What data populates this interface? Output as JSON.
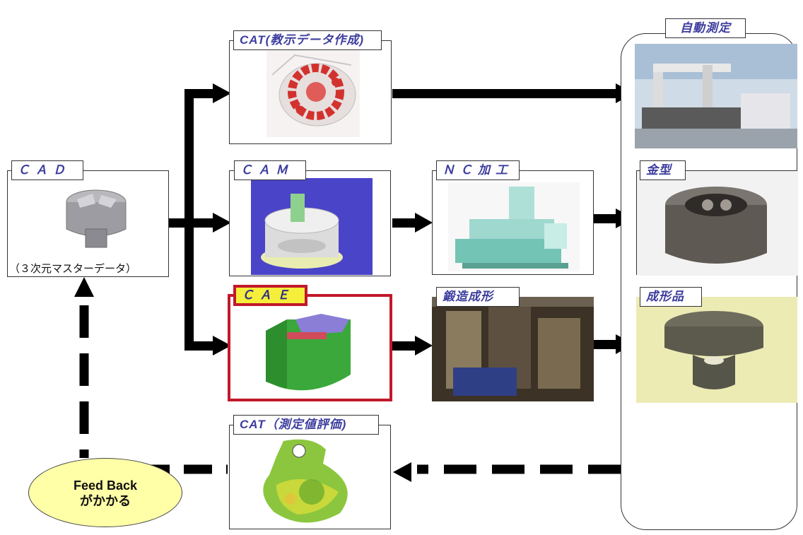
{
  "cad": {
    "label": "ＣＡＤ",
    "caption": "（３次元マスターデータ）"
  },
  "cat_teach": {
    "label": "CAT(教示データ作成)"
  },
  "cam": {
    "label": "ＣＡＭ"
  },
  "cae": {
    "label": "ＣＡＥ"
  },
  "nc": {
    "label": "ＮＣ加工"
  },
  "forging": {
    "label": "鍛造成形"
  },
  "cat_eval": {
    "label": "CAT（測定値評価)"
  },
  "auto_measure": {
    "label": "自動測定"
  },
  "mold": {
    "label": "金型"
  },
  "product": {
    "label": "成形品"
  },
  "feedback": {
    "line1": "Feed Back",
    "line2": "がかかる"
  },
  "colors": {
    "label_text": "#3d3d9e",
    "cae_border": "#c2182b",
    "cae_fill": "#f5ee3a",
    "feedback_fill": "#ffffa8"
  }
}
